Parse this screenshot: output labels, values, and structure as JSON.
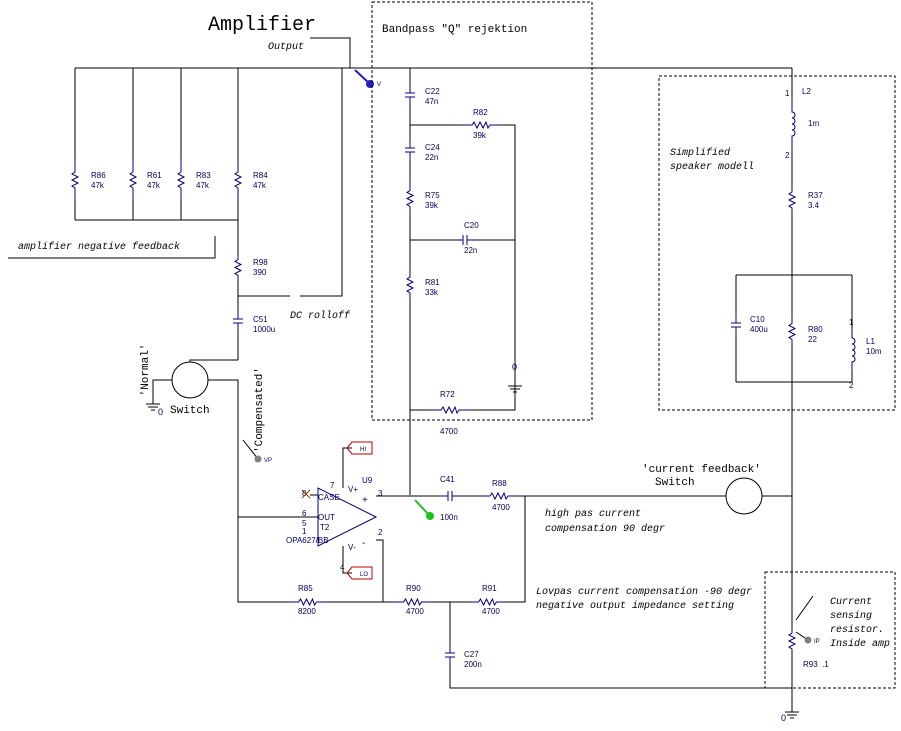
{
  "texts": {
    "title": "Amplifier",
    "output": "Output",
    "bandpass": "Bandpass  \"Q\" rejektion",
    "speaker_line1": "Simplified",
    "speaker_line2": "speaker modell",
    "neg_feedback": "amplifier negative feedback",
    "dc_rolloff": "DC rolloff",
    "normal": "'Normal'",
    "compensated": "'Compensated'",
    "switch1": "Switch",
    "current_feedback": "'current feedback'",
    "switch2": "Switch",
    "hp_line1": "high pas current",
    "hp_line2": "compensation 90 degr",
    "lp_line1": "Lovpas current compensation -90 degr",
    "lp_line2": "negative output impedance setting",
    "cs_line1": "Current",
    "cs_line2": "sensing",
    "cs_line3": "resistor.",
    "cs_line4": "Inside amp",
    "gnd0_a": "0",
    "gnd0_b": "0",
    "gnd0_c": "0",
    "probe_v": "V",
    "probe_vp": "VP",
    "probe_ip": "IP"
  },
  "components": {
    "R86": {
      "ref": "R86",
      "value": "47k"
    },
    "R61": {
      "ref": "R61",
      "value": "47k"
    },
    "R83": {
      "ref": "R83",
      "value": "47k"
    },
    "R84": {
      "ref": "R84",
      "value": "47k"
    },
    "R98": {
      "ref": "R98",
      "value": "390"
    },
    "C51": {
      "ref": "C51",
      "value": "1000u"
    },
    "C22": {
      "ref": "C22",
      "value": "47n"
    },
    "R82": {
      "ref": "R82",
      "value": "39k"
    },
    "C24": {
      "ref": "C24",
      "value": "22n"
    },
    "R75": {
      "ref": "R75",
      "value": "39k"
    },
    "C20": {
      "ref": "C20",
      "value": "22n"
    },
    "R81": {
      "ref": "R81",
      "value": "33k"
    },
    "R72": {
      "ref": "R72",
      "value": "4700"
    },
    "L2": {
      "ref": "L2",
      "value": "1m"
    },
    "R37": {
      "ref": "R37",
      "value": "3.4"
    },
    "C10": {
      "ref": "C10",
      "value": "400u"
    },
    "R80": {
      "ref": "R80",
      "value": "22"
    },
    "L1": {
      "ref": "L1",
      "value": "10m"
    },
    "C41": {
      "ref": "C41",
      "value": "100n"
    },
    "R88": {
      "ref": "R88",
      "value": "4700"
    },
    "R85": {
      "ref": "R85",
      "value": "8200"
    },
    "R90": {
      "ref": "R90",
      "value": "4700"
    },
    "R91": {
      "ref": "R91",
      "value": "4700"
    },
    "C27": {
      "ref": "C27",
      "value": "200n"
    },
    "R93": {
      "ref": "R93",
      "value": ".1"
    },
    "U9": {
      "ref": "U9",
      "value": "OPA627/BB"
    }
  },
  "opamp": {
    "hi": "HI",
    "lo": "LO",
    "case": "CASE",
    "out": "OUT",
    "t2": "T2",
    "v_plus": "V+",
    "v_minus": "V-",
    "plus": "+",
    "minus": "-",
    "pins": {
      "p7": "7",
      "p8": "8",
      "p6": "6",
      "p5": "5",
      "p1": "1",
      "p3": "3",
      "p2": "2",
      "p4": "4"
    }
  },
  "inductor_pins": {
    "l2_top": "1",
    "l2_bot": "2",
    "l1_top": "1",
    "l1_bot": "2"
  },
  "colors": {
    "wire": "#000000",
    "part": "#000080",
    "probe_blue": "#2020c0",
    "probe_green": "#20c020",
    "probe_gray": "#808080",
    "flag_red": "#c00000"
  }
}
